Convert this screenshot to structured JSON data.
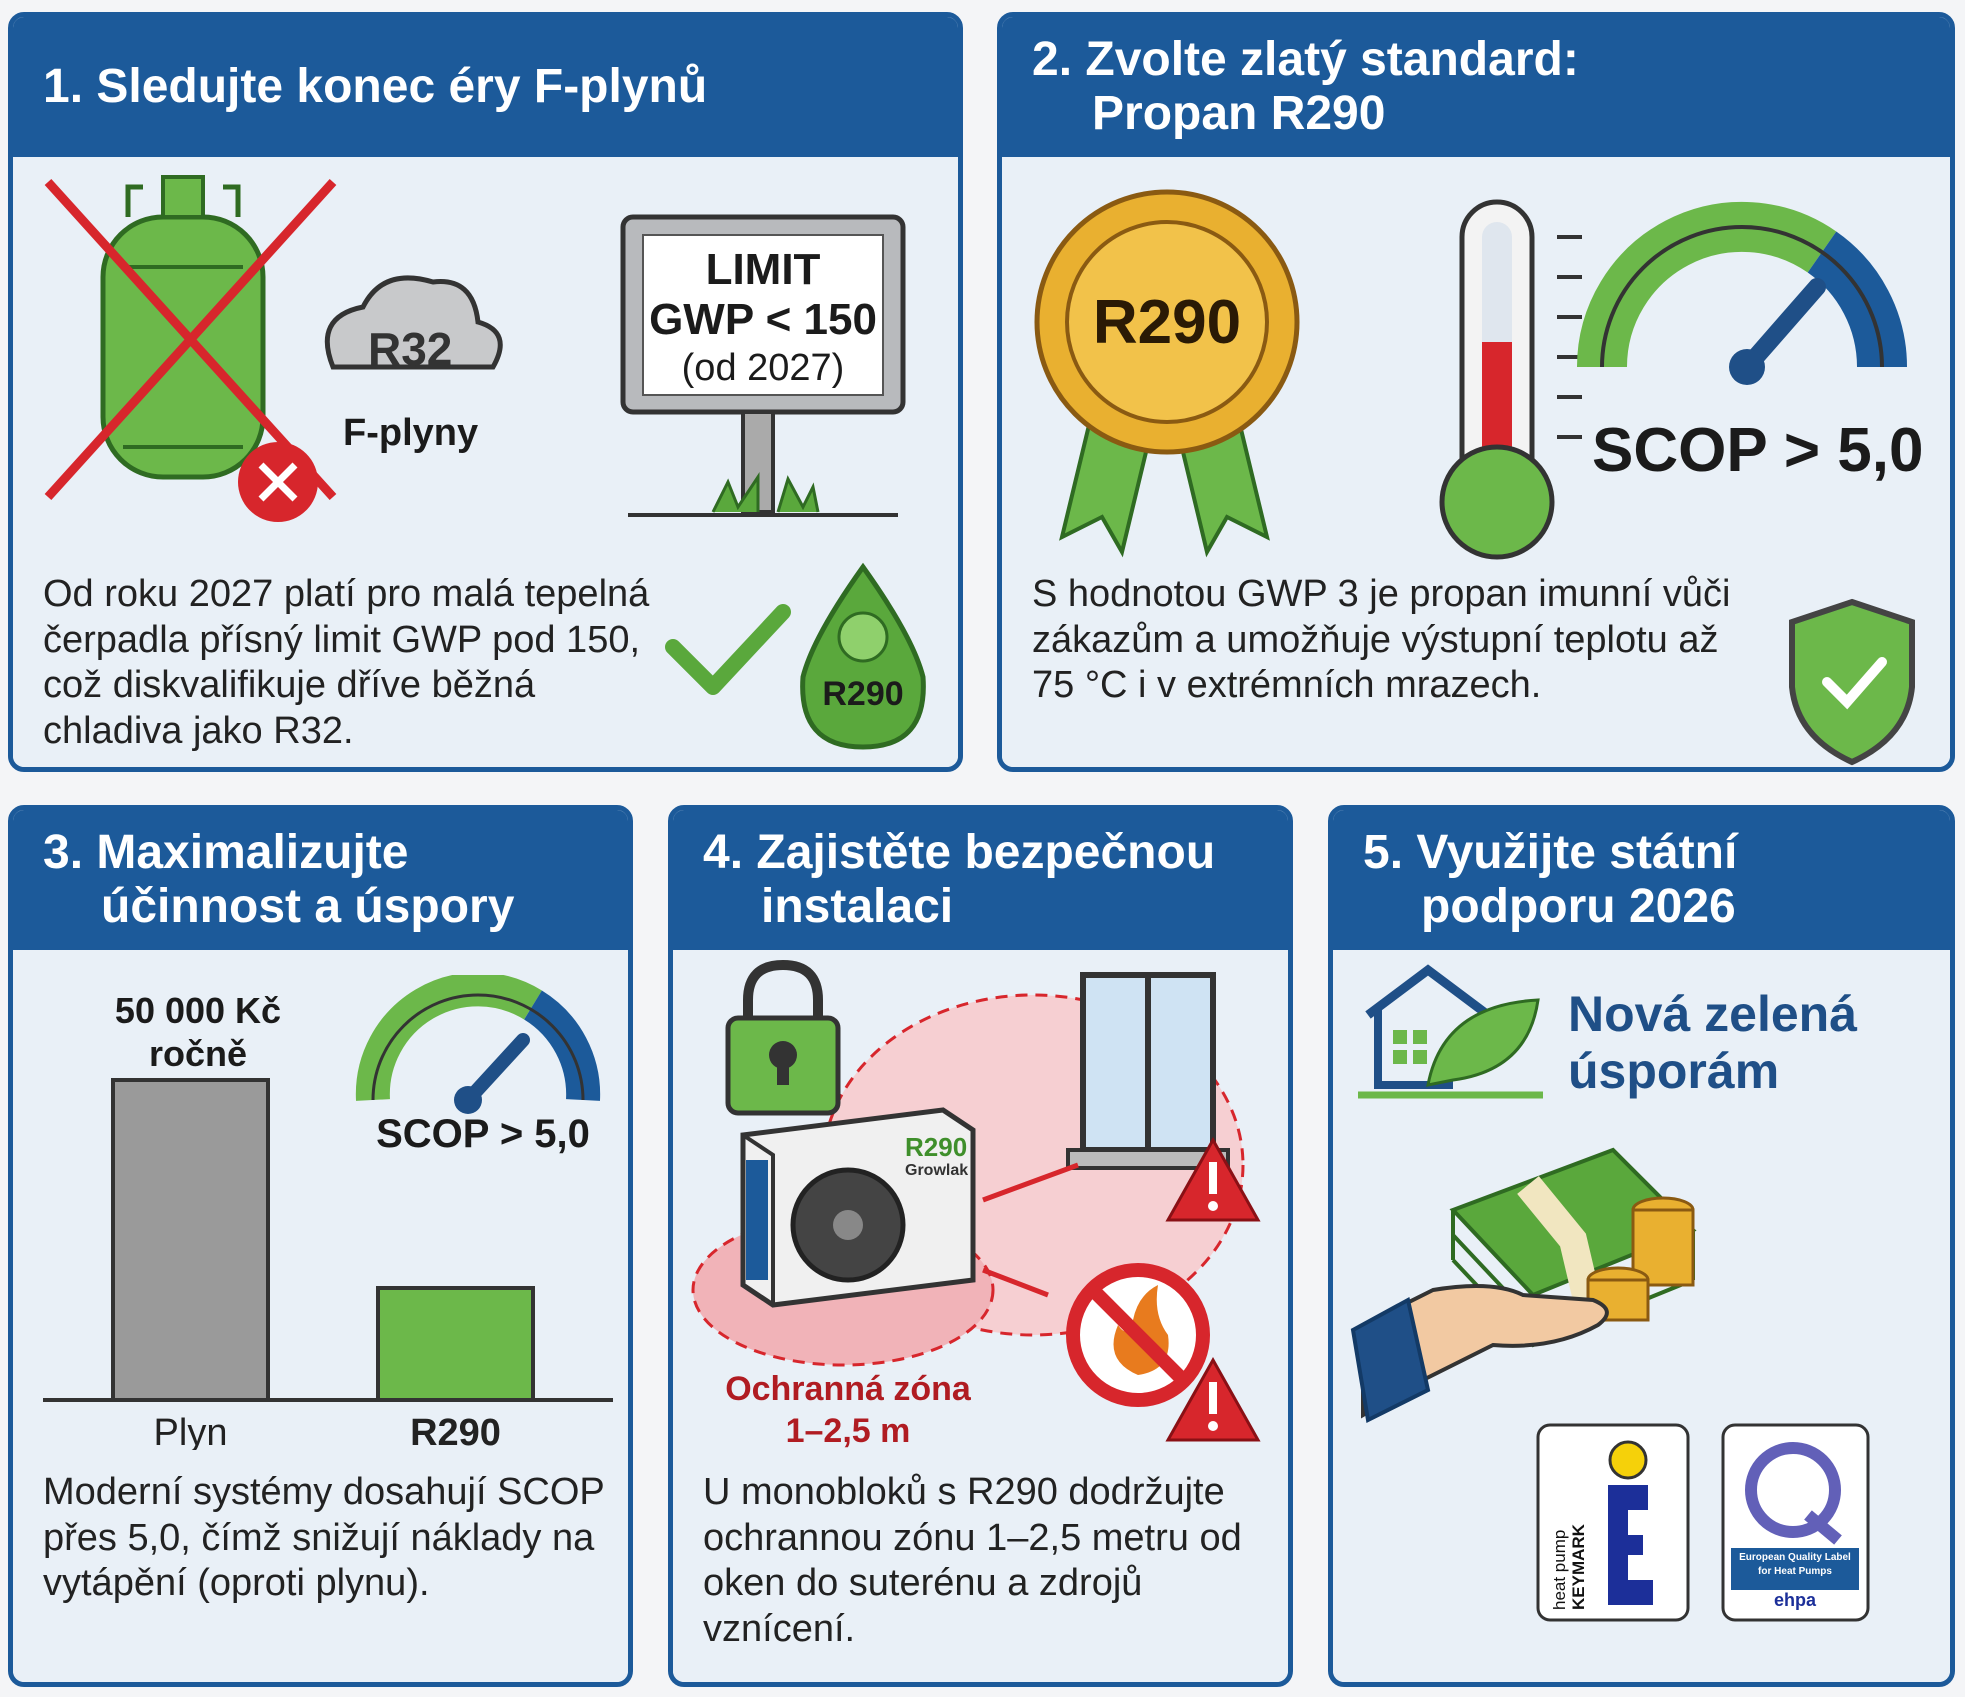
{
  "panels": [
    {
      "title_line1": "1. Sledujte konec éry F-plynů",
      "cloud_label": "R32",
      "cloud_caption": "F-plyny",
      "sign_line1": "LIMIT",
      "sign_line2": "GWP < 150",
      "sign_line3": "(od 2027)",
      "drop_label": "R290",
      "text": "Od roku 2027 platí pro malá tepelná čerpadla přísný limit GWP pod 150, což diskvalifikuje dříve běžná chladiva jako R32."
    },
    {
      "title_line1": "2. Zvolte zlatý standard:",
      "title_line2": "Propan R290",
      "badge_label": "R290",
      "gauge_label": "SCOP > 5,0",
      "text": "S hodnotou GWP 3 je propan imunní vůči zákazům a umožňuje výstupní teplotu až 75 °C i v extrémních mrazech."
    },
    {
      "title_line1": "3. Maximalizujte",
      "title_line2": "účinnost a úspory",
      "bar_annotation_line1": "50 000 Kč",
      "bar_annotation_line2": "ročně",
      "gauge_label": "SCOP > 5,0",
      "text": "Moderní systémy dosahují SCOP přes 5,0, čímž snižují náklady na vytápění (oproti plynu)."
    },
    {
      "title_line1": "4. Zajistěte bezpečnou",
      "title_line2": "instalaci",
      "unit_label": "R290",
      "unit_brand": "Growlak",
      "zone_line1": "Ochranná zóna",
      "zone_line2": "1–2,5 m",
      "text": "U monobloků s R290 dodržujte ochrannou zónu 1–2,5 metru od oken do suterénu a zdrojů vznícení."
    },
    {
      "title_line1": "5. Využijte státní",
      "title_line2": "podporu 2026",
      "program_line1": "Nová zelená",
      "program_line2": "úsporám",
      "keymark_line1": "heat pump",
      "keymark_line2": "KEYMARK",
      "ehpa_line1": "European Quality Label",
      "ehpa_line2": "for Heat Pumps",
      "ehpa_brand": "ehpa"
    }
  ],
  "chart_data": {
    "type": "bar",
    "categories": [
      "Plyn",
      "R290"
    ],
    "values": [
      100,
      35
    ],
    "colors": [
      "#9a9a9a",
      "#6cb84a"
    ]
  },
  "colors": {
    "header_blue": "#1c5a9a",
    "green": "#6cb84a",
    "red": "#d7262c",
    "gold": "#e9b030"
  }
}
